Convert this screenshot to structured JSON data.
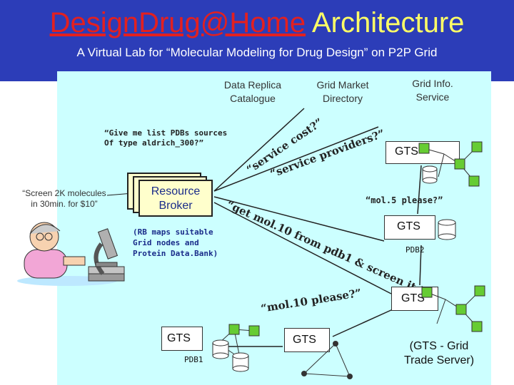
{
  "header": {
    "title_part1": "DesignDrug@Home",
    "title_part2": "Architecture",
    "subtitle": "A Virtual Lab for “Molecular Modeling for Drug Design” on P2P Grid"
  },
  "top_labels": {
    "data_replica": [
      "Data Replica",
      "Catalogue"
    ],
    "grid_market": [
      "Grid Market",
      "Directory"
    ],
    "grid_info": [
      "Grid Info.",
      "Service"
    ]
  },
  "quotes": {
    "give_list": [
      "“Give me list PDBs sources",
      "Of type aldrich_300?”"
    ],
    "screen": [
      "“Screen 2K molecules",
      "in 30min. for $10”"
    ],
    "mol5": "“mol.5 please?”",
    "service_cost": "“service cost?”",
    "service_providers": "“service providers?”",
    "get_mol": "“get mol.10 from pdb1 & screen it.”",
    "mol10": "“mol.10 please?”"
  },
  "broker": {
    "label": [
      "Resource",
      "Broker"
    ],
    "note": [
      "(RB maps suitable",
      "Grid nodes and",
      "Protein Data.Bank)"
    ]
  },
  "nodes": {
    "gts_label": "GTS",
    "pdb2": "PDB2",
    "pdb1": "PDB1"
  },
  "legend": [
    "(GTS - Grid",
    "Trade Server)"
  ],
  "icons": [
    "scientist-icon",
    "microscope-icon",
    "database-icon",
    "graph-network-icon"
  ],
  "colors": {
    "header_bg": "#2c3db8",
    "title_red": "#e32020",
    "title_yellow": "#ffff66",
    "panel_bg": "#ccffff",
    "node_green": "#66cc33"
  }
}
